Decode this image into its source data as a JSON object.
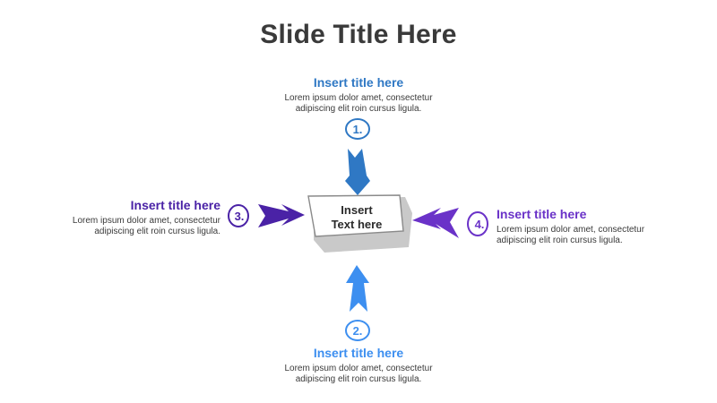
{
  "slide": {
    "title": "Slide Title Here"
  },
  "center_box": {
    "line1": "Insert",
    "line2": "Text here"
  },
  "items": [
    {
      "number": "1.",
      "title": "Insert title here",
      "desc_line1": "Lorem ipsum dolor amet, consectetur",
      "desc_line2": "adipiscing elit roin cursus ligula.",
      "color": "#2f78c4"
    },
    {
      "number": "2.",
      "title": "Insert title here",
      "desc_line1": "Lorem ipsum dolor amet, consectetur",
      "desc_line2": "adipiscing elit roin cursus ligula.",
      "color": "#3d8ff0"
    },
    {
      "number": "3.",
      "title": "Insert title here",
      "desc_line1": "Lorem ipsum dolor amet, consectetur",
      "desc_line2": "adipiscing elit roin cursus ligula.",
      "color": "#4a22a6"
    },
    {
      "number": "4.",
      "title": "Insert title here",
      "desc_line1": "Lorem ipsum dolor amet, consectetur",
      "desc_line2": "adipiscing elit roin cursus ligula.",
      "color": "#6a32c8"
    }
  ]
}
